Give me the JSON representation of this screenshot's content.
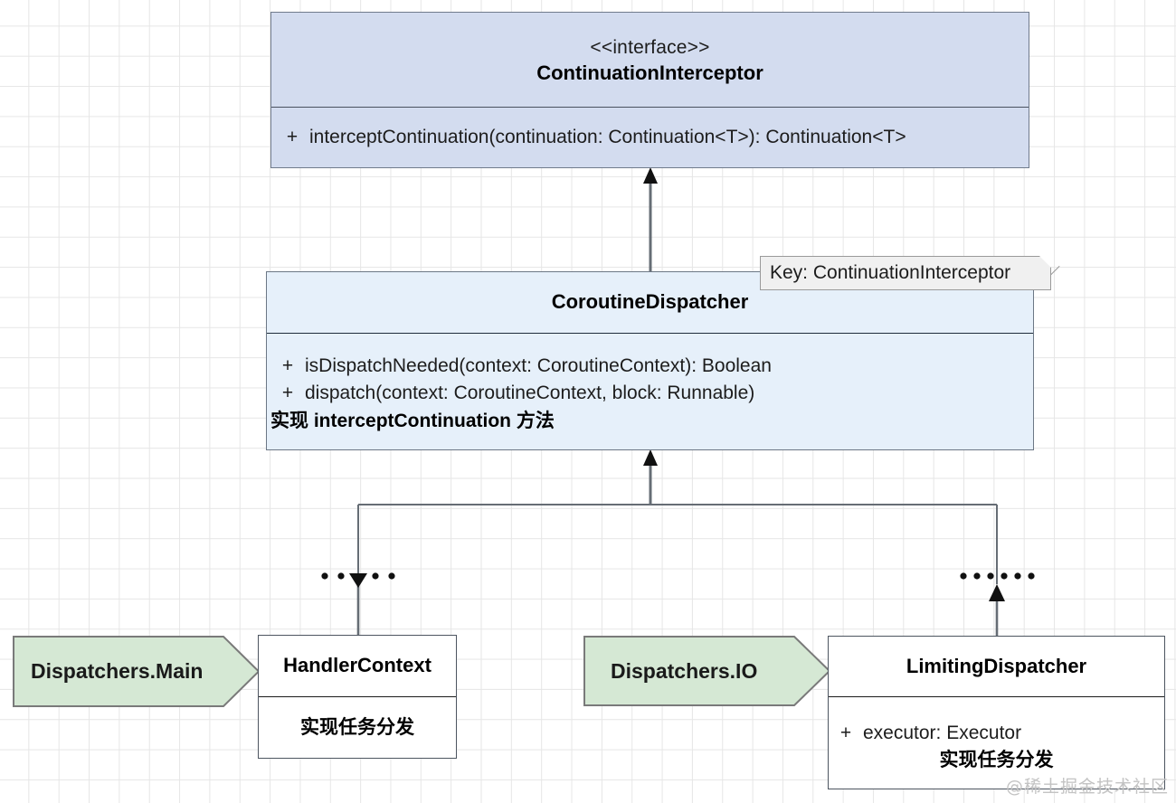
{
  "diagram": {
    "title": "CoroutineDispatcher UML class diagram",
    "colors": {
      "interface_fill": "#d3dcef",
      "dispatcher_fill": "#e6f0fa",
      "chevron_fill": "#d5e8d4",
      "chevron_stroke": "#7a7a7a",
      "note_fill": "#f0f0f0",
      "box_stroke": "#5e6673",
      "connector": "#666d75",
      "grid": "#e6e6e6",
      "watermark": "#c3c3c3"
    }
  },
  "interface_box": {
    "stereotype": "<<interface>>",
    "name": "ContinuationInterceptor",
    "methods": [
      {
        "visibility": "+",
        "signature": "interceptContinuation(continuation: Continuation<T>): Continuation<T>"
      }
    ]
  },
  "dispatcher_box": {
    "name": "CoroutineDispatcher",
    "methods": [
      {
        "visibility": "+",
        "signature": "isDispatchNeeded(context: CoroutineContext): Boolean"
      },
      {
        "visibility": "+",
        "signature": "dispatch(context: CoroutineContext, block: Runnable)"
      }
    ],
    "note_line": "实现 interceptContinuation 方法"
  },
  "key_note": {
    "text": "Key: ContinuationInterceptor"
  },
  "handler_box": {
    "name": "HandlerContext",
    "body_line": "实现任务分发"
  },
  "limiting_box": {
    "name": "LimitingDispatcher",
    "fields": [
      {
        "visibility": "+",
        "signature": "executor: Executor"
      }
    ],
    "body_line": "实现任务分发"
  },
  "chevrons": [
    {
      "id": "main",
      "label": "Dispatchers.Main"
    },
    {
      "id": "io",
      "label": "Dispatchers.IO"
    }
  ],
  "connectors": [
    {
      "name": "dispatcher-implements-interface",
      "from": "CoroutineDispatcher",
      "to": "ContinuationInterceptor",
      "style": "solid",
      "arrow": "triangle-up"
    },
    {
      "name": "handler-extends-dispatcher",
      "from": "HandlerContext",
      "to": "CoroutineDispatcher",
      "style": "solid-with-dot-row",
      "arrow": "triangle-down"
    },
    {
      "name": "limiting-extends-dispatcher",
      "from": "LimitingDispatcher",
      "to": "CoroutineDispatcher",
      "style": "solid-with-dot-row",
      "arrow": "triangle-up"
    }
  ],
  "watermark": {
    "text": "@稀土掘金技术社区"
  }
}
